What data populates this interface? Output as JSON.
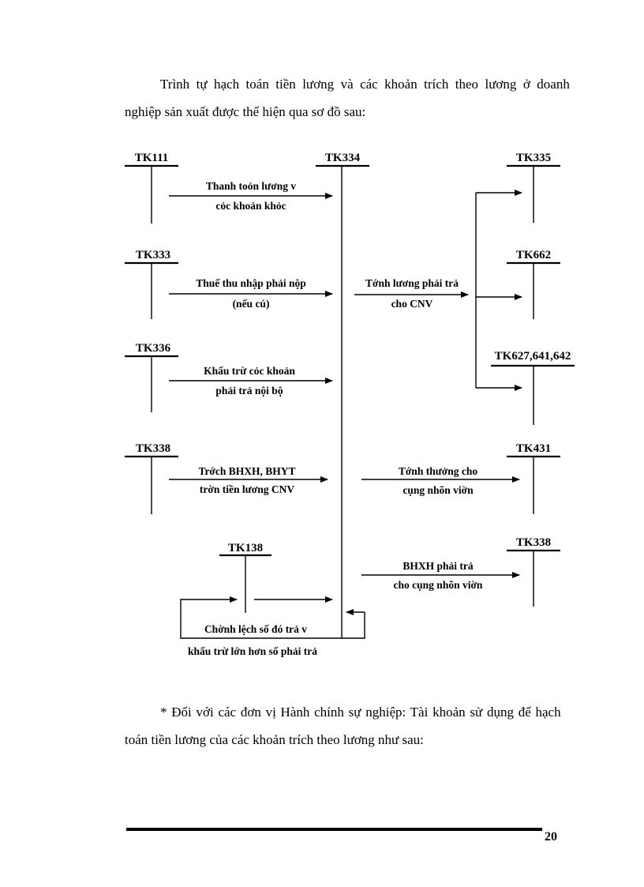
{
  "intro": {
    "line1": "Trình tự hạch toán tiền lương và các khoản trích theo lương ở doanh",
    "line2": "nghiệp sản xuất được thể hiện qua sơ đồ sau:"
  },
  "diagram": {
    "accounts": {
      "tk111": "TK111",
      "tk334": "TK334",
      "tk335": "TK335",
      "tk333": "TK333",
      "tk662": "TK662",
      "tk336": "TK336",
      "tk627": "TK627,641,642",
      "tk338_left": "TK338",
      "tk431": "TK431",
      "tk138": "TK138",
      "tk338_right": "TK338"
    },
    "labels": {
      "pay_l1": "Thanh toỏn lương v",
      "pay_l2": "cỏc khoản khỏc",
      "tax_l1": "Thuế thu nhập phải nộp",
      "tax_l2": "(nếu cú)",
      "salary_l1": "Tớnh lương phải trả",
      "salary_l2": "cho CNV",
      "internal_l1": "Khấu trừ cỏc khoản",
      "internal_l2": "phải trả nội bộ",
      "ins_l1": "Trớch BHXH, BHYT",
      "ins_l2": "trờn tiền lương CNV",
      "bonus_l1": "Tớnh thưởng cho",
      "bonus_l2": "cụng nhõn viờn",
      "bhxh_l1": "BHXH phải trả",
      "bhxh_l2": "cho cụng nhõn viờn",
      "diff_l1": "Chờnh lệch số đó trả v",
      "diff_l2": "khấu trừ lớn hơn số phải trả"
    }
  },
  "section2": {
    "line1": "* Đối với các đơn vị Hành chính sự nghiệp: Tài khoản sử dụng để hạch",
    "line2": "toán tiền lương của các khoản trích theo lương như sau:"
  },
  "footer": {
    "page_number": "20"
  }
}
